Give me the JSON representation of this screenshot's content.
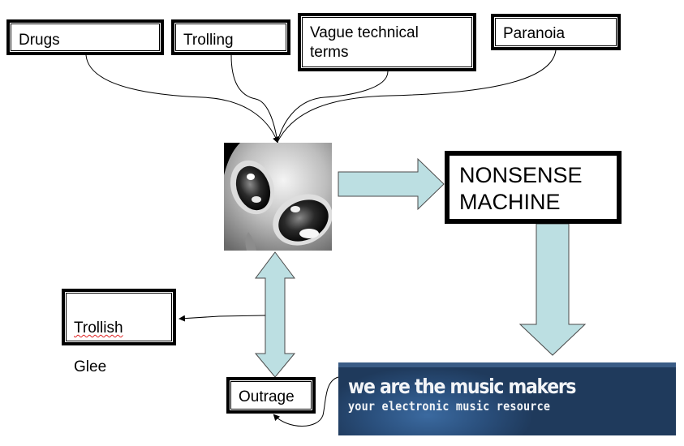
{
  "diagram": {
    "inputs": [
      {
        "label": "Drugs"
      },
      {
        "label": "Trolling"
      },
      {
        "label": "Vague technical\nterms"
      },
      {
        "label": "Paranoia"
      }
    ],
    "center_image": {
      "description": "alien-face"
    },
    "machine": {
      "label": "NONSENSE\nMACHINE"
    },
    "output_banner": {
      "title": "we are the music makers",
      "subtitle": "your electronic music resource"
    },
    "reactions": {
      "trollish_glee": {
        "line1": "Trollish",
        "line2": "Glee"
      },
      "outrage": {
        "label": "Outrage"
      }
    },
    "colors": {
      "arrow_fill": "#bcdfe2",
      "arrow_stroke": "#4a4a4a",
      "banner_dark": "#1f3a5c",
      "banner_light": "#3b6aa0",
      "spellcheck": "#e02020"
    }
  }
}
